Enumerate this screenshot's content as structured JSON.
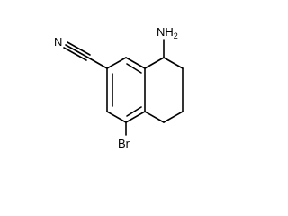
{
  "structure": {
    "atoms": {
      "amine": "NH",
      "amine_subscript": "2",
      "nitrile": "N",
      "bromine": "Br"
    }
  }
}
